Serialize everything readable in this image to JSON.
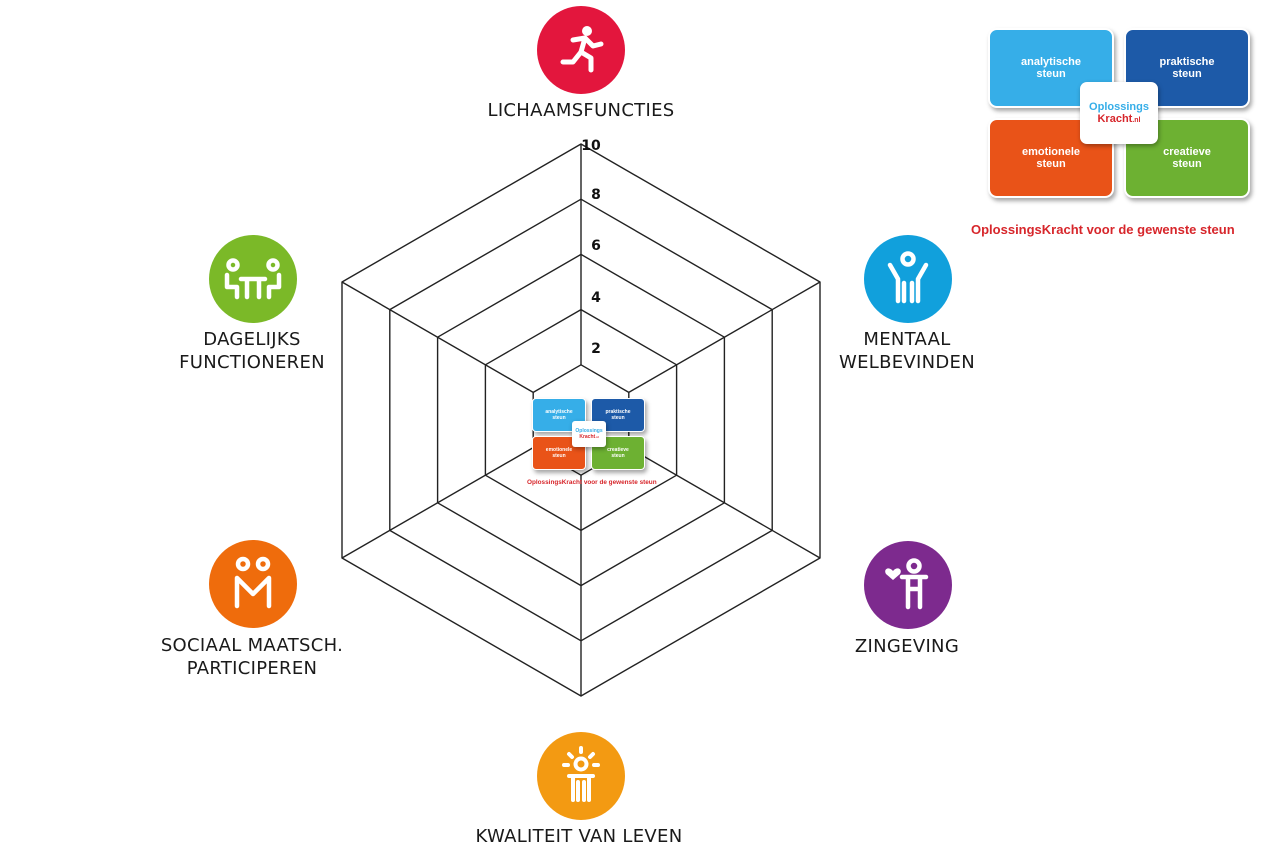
{
  "diagram": {
    "ticks": [
      "2",
      "4",
      "6",
      "8",
      "10"
    ],
    "dimensions": [
      {
        "id": "lichaamsfuncties",
        "lines": [
          "LICHAAMSFUNCTIES"
        ],
        "color": "#e3163d",
        "icon": "running-person-icon"
      },
      {
        "id": "mentaal",
        "lines": [
          "MENTAAL",
          "WELBEVINDEN"
        ],
        "color": "#11a0dc",
        "icon": "person-arms-raised-icon"
      },
      {
        "id": "zingeving",
        "lines": [
          "ZINGEVING"
        ],
        "color": "#7d2a8e",
        "icon": "person-heart-icon"
      },
      {
        "id": "kwaliteit",
        "lines": [
          "KWALITEIT VAN LEVEN"
        ],
        "color": "#f39a12",
        "icon": "person-sun-icon"
      },
      {
        "id": "sociaal",
        "lines": [
          "SOCIAAL MAATSCH.",
          "PARTICIPEREN"
        ],
        "color": "#ef6c0c",
        "icon": "two-people-icon"
      },
      {
        "id": "dagelijks",
        "lines": [
          "DAGELIJKS",
          "FUNCTIONEREN"
        ],
        "color": "#7bb928",
        "icon": "people-at-table-icon"
      }
    ]
  },
  "logo": {
    "tiles": [
      {
        "lines": [
          "analytische",
          "steun"
        ],
        "color": "#36aee8"
      },
      {
        "lines": [
          "praktische",
          "steun"
        ],
        "color": "#1d5aa8"
      },
      {
        "lines": [
          "emotionele",
          "steun"
        ],
        "color": "#e95318"
      },
      {
        "lines": [
          "creatieve",
          "steun"
        ],
        "color": "#6db132"
      }
    ],
    "badge_top": "Oplossings",
    "badge_bottom": "Kracht",
    "badge_suffix": ".nl",
    "badge_top_color": "#36aee8",
    "badge_bottom_color": "#d7262b",
    "caption": "OplossingsKracht voor de gewenste steun"
  }
}
